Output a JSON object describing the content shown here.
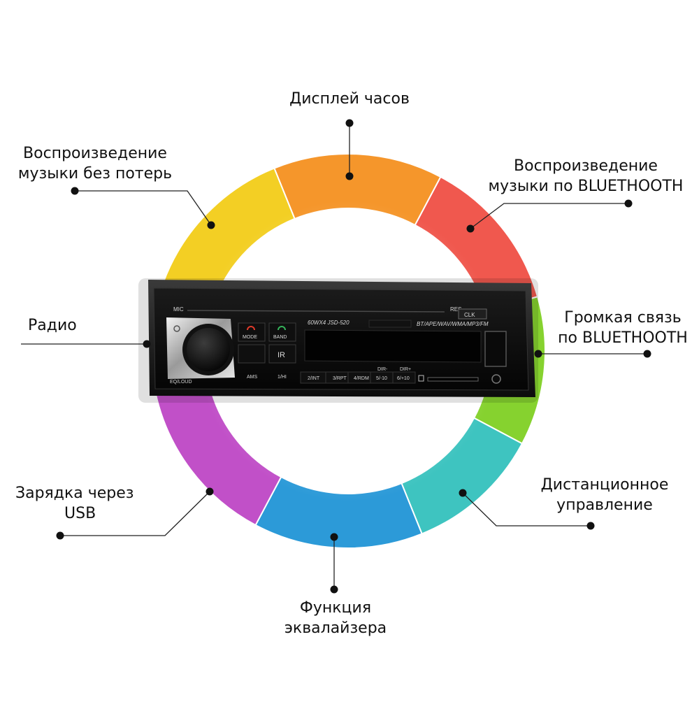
{
  "features": {
    "clock": [
      "Дисплей часов"
    ],
    "lossless": [
      "Воспроизведение",
      "музыки без потерь"
    ],
    "bt_music": [
      "Воспроизведение",
      "музыки по BLUETHOOTH"
    ],
    "radio": [
      "Радио"
    ],
    "bt_handsfree": [
      "Громкая связь",
      "по BLUETHOOTH"
    ],
    "usb_charge": [
      "Зарядка через",
      "USB"
    ],
    "remote": [
      "Дистанционное",
      "управление"
    ],
    "equalizer": [
      "Функция",
      "эквалайзера"
    ]
  },
  "device": {
    "model": "60WX4  JSD-520",
    "formats": "BT/APE/WAV/WMA/MP3/FM",
    "mic": "MIC",
    "res": "RES",
    "clk": "CLK",
    "mode": "MODE",
    "band": "BAND",
    "ir": "IR",
    "ams": "AMS",
    "eq_loud": "EQ/LOUD",
    "preset_1": "1/HI",
    "preset_2": "2/INT",
    "preset_3": "3/RPT",
    "preset_4": "4/RDM",
    "preset_5": "5/-10",
    "preset_6": "6/+10",
    "dir_minus": "DIR-",
    "dir_plus": "DIR+"
  },
  "colors": {
    "yellow": "#f3cf24",
    "orange": "#f5962b",
    "red": "#f0584e",
    "green": "#86d22f",
    "teal": "#3ec4c0",
    "blue": "#2c9ad8",
    "purple": "#c150c8",
    "pink": "#e83c9a"
  }
}
